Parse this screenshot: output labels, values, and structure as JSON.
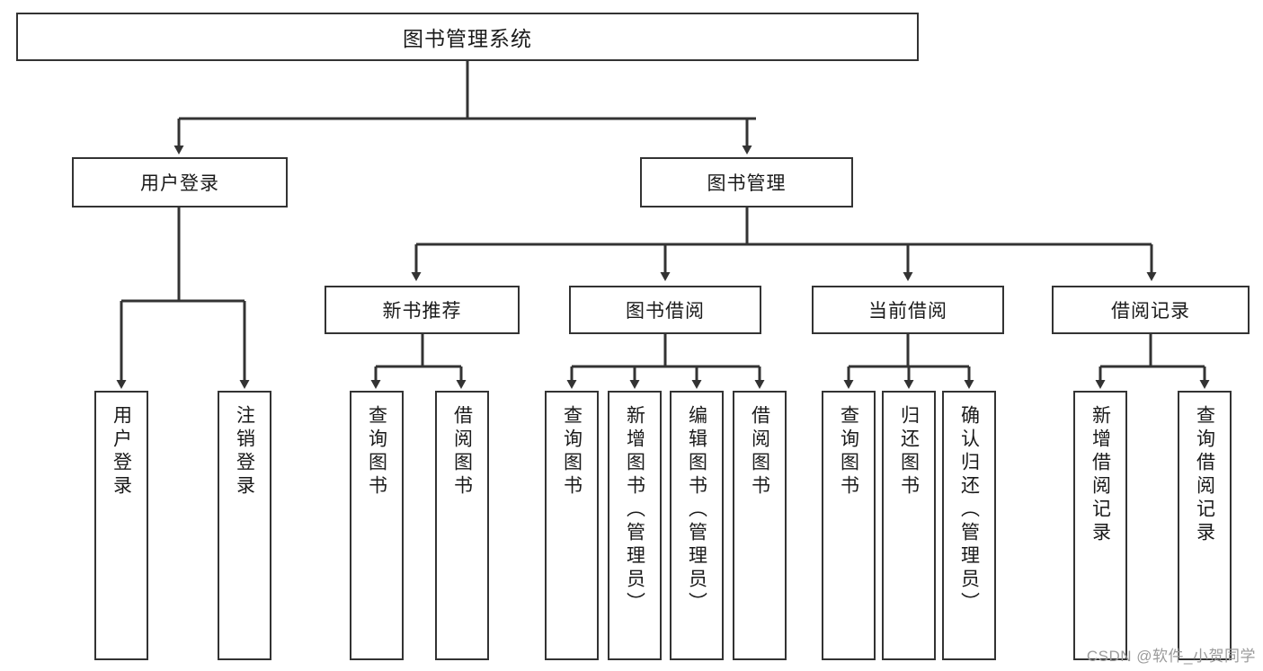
{
  "diagram": {
    "type": "tree",
    "title": "图书管理系统",
    "watermark": "CSDN @软件_小贺同学",
    "colors": {
      "box_border": "#333333",
      "box_fill": "#ffffff",
      "connector": "#333333",
      "text": "#1a1a1a",
      "watermark": "#9b9b9b",
      "background": "#ffffff"
    },
    "root": {
      "label": "图书管理系统"
    },
    "level2": [
      {
        "label": "用户登录"
      },
      {
        "label": "图书管理"
      }
    ],
    "level3": [
      {
        "label": "新书推荐"
      },
      {
        "label": "图书借阅"
      },
      {
        "label": "当前借阅"
      },
      {
        "label": "借阅记录"
      }
    ],
    "leaves": {
      "user_login": [
        {
          "label": "用户登录"
        },
        {
          "label": "注销登录"
        }
      ],
      "new_book_recommend": [
        {
          "label": "查询图书"
        },
        {
          "label": "借阅图书"
        }
      ],
      "book_borrow": [
        {
          "label": "查询图书"
        },
        {
          "label": "新增图书（管理员）"
        },
        {
          "label": "编辑图书（管理员）"
        },
        {
          "label": "借阅图书"
        }
      ],
      "current_borrow": [
        {
          "label": "查询图书"
        },
        {
          "label": "归还图书"
        },
        {
          "label": "确认归还（管理员）"
        }
      ],
      "borrow_records": [
        {
          "label": "新增借阅记录"
        },
        {
          "label": "查询借阅记录"
        }
      ]
    }
  }
}
